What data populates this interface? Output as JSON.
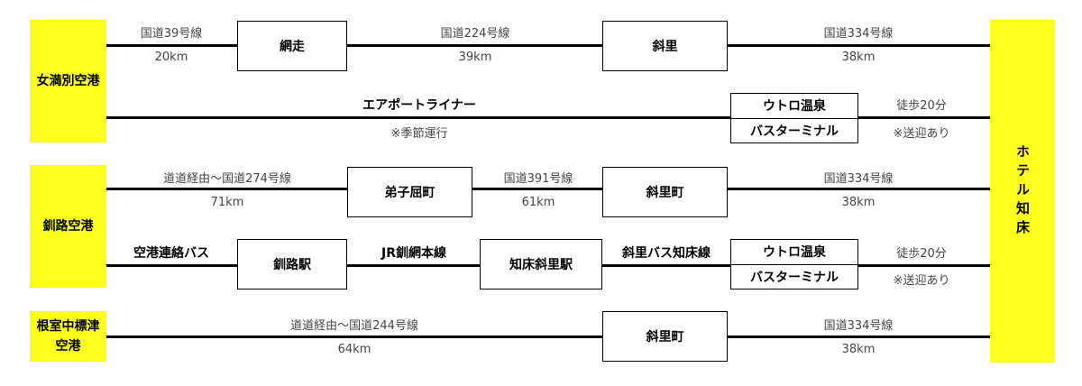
{
  "airports": {
    "memanbetsu": "女満別空港",
    "kushiro": "釧路空港",
    "nemuro_1": "根室中標津",
    "nemuro_2": "空港"
  },
  "hotel": "ホテル知床",
  "nodes": {
    "abashiri": "網走",
    "shari": "斜里",
    "utoro_1": "ウトロ温泉",
    "utoro_2": "バスターミナル",
    "teshikaga": "弟子屈町",
    "sharicho": "斜里町",
    "kushiro_st": "釧路駅",
    "shiretoko_shari_st": "知床斜里駅",
    "utoro_b_1": "ウトロ温泉",
    "utoro_b_2": "バスターミナル",
    "sharicho_c": "斜里町"
  },
  "labels": {
    "r1a_top": "国道39号線",
    "r1a_bot": "20km",
    "r1b_top": "国道224号線",
    "r1b_bot": "39km",
    "r1c_top": "国道334号線",
    "r1c_bot": "38km",
    "r2a_top": "エアポートライナー",
    "r2a_bot": "※季節運行",
    "r2b_top": "徒歩20分",
    "r2b_bot": "※送迎あり",
    "r3a_top": "道道経由～国道274号線",
    "r3a_bot": "71km",
    "r3b_top": "国道391号線",
    "r3b_bot": "61km",
    "r3c_top": "国道334号線",
    "r3c_bot": "38km",
    "r4a_top": "空港連絡バス",
    "r4b_top": "JR釧網本線",
    "r4c_top": "斜里バス知床線",
    "r4d_top": "徒歩20分",
    "r4d_bot": "※送迎あり",
    "r5a_top": "道道経由～国道244号線",
    "r5a_bot": "64km",
    "r5b_top": "国道334号線",
    "r5b_bot": "38km"
  },
  "colors": {
    "airport_fill": "#ffff1e",
    "line": "#000000"
  }
}
